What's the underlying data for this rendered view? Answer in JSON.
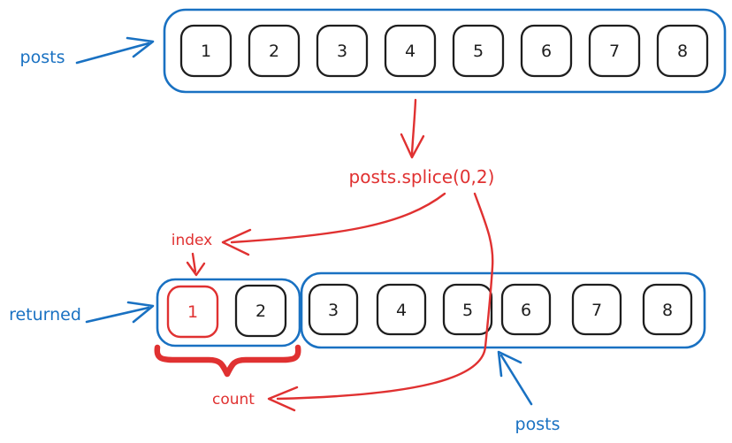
{
  "labels": {
    "posts_top": "posts",
    "splice_call": "posts.splice(0,2)",
    "index": "index",
    "returned": "returned",
    "count": "count",
    "posts_bottom": "posts"
  },
  "top_array": {
    "items": [
      "1",
      "2",
      "3",
      "4",
      "5",
      "6",
      "7",
      "8"
    ]
  },
  "returned_array": {
    "items": [
      "1",
      "2"
    ],
    "highlighted_item": "1"
  },
  "remaining_array": {
    "items": [
      "3",
      "4",
      "5",
      "6",
      "7",
      "8"
    ]
  },
  "colors": {
    "blue": "#1971c2",
    "red": "#e03131",
    "black": "#1e1e1e",
    "background": "#ffffff"
  }
}
